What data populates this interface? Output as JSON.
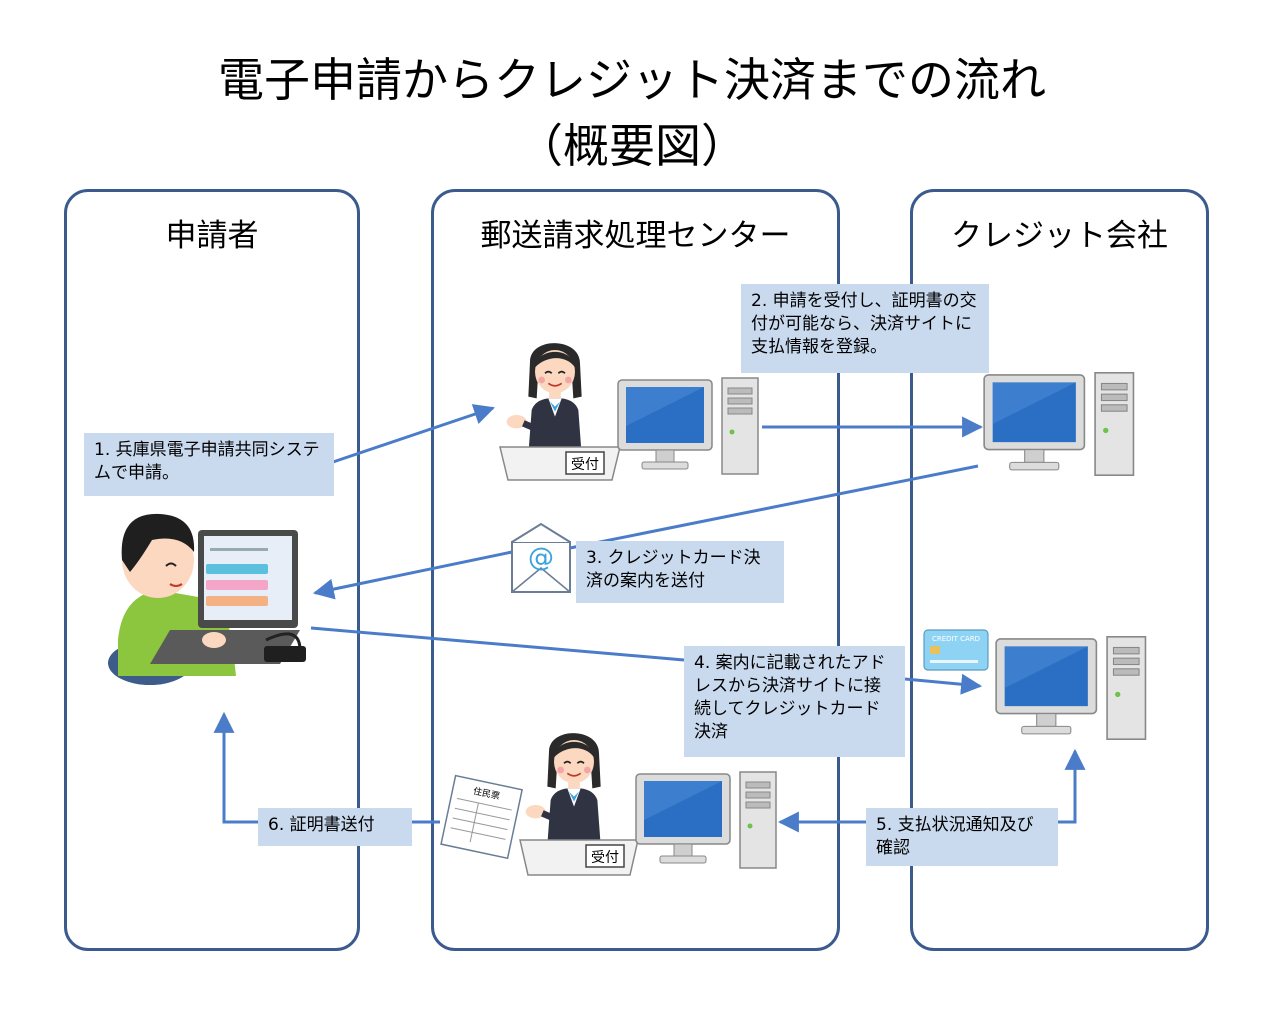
{
  "title": {
    "line1": "電子申請からクレジット決済までの流れ",
    "line2": "（概要図）"
  },
  "lanes": [
    {
      "label": "申請者"
    },
    {
      "label": "郵送請求処理センター"
    },
    {
      "label": "クレジット会社"
    }
  ],
  "steps": [
    {
      "text": "1. 兵庫県電子申請共同システムで申請。"
    },
    {
      "text": "2. 申請を受付し、証明書の交付が可能なら、決済サイトに支払情報を登録。"
    },
    {
      "text": "3. クレジットカード決済の案内を送付"
    },
    {
      "text": "4. 案内に記載されたアドレスから決済サイトに接続してクレジットカード決済"
    },
    {
      "text": "5. 支払状況通知及び確認"
    },
    {
      "text": "6. 証明書送付"
    }
  ],
  "labels": {
    "reception_sign": "受付",
    "resident_card_title": "住民票",
    "credit_card_caption": "CREDIT CARD"
  },
  "colors": {
    "lane_border": "#3b5b8e",
    "arrow": "#4a7cc9",
    "note_bg": "#c9d9ee",
    "monitor_screen": "#2a6fc4",
    "person_shirt": "#8cc63f"
  }
}
